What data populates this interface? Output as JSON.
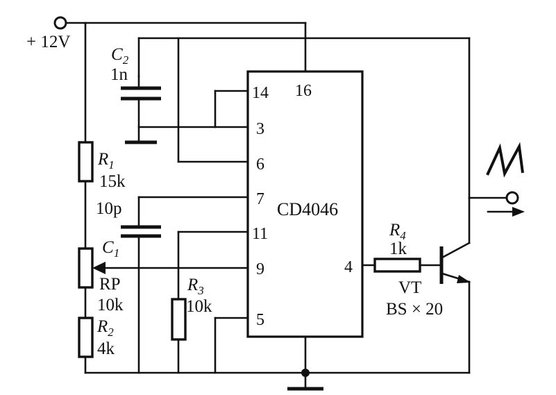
{
  "supply": {
    "label": "+ 12V"
  },
  "ic": {
    "name": "CD4046",
    "pins": {
      "p3": "3",
      "p4": "4",
      "p5": "5",
      "p6": "6",
      "p7": "7",
      "p9": "9",
      "p11": "11",
      "p14": "14",
      "p16": "16"
    }
  },
  "c2": {
    "letter": "C",
    "index": "2",
    "value": "1n"
  },
  "c1": {
    "letter": "C",
    "index": "1",
    "value": "10p"
  },
  "r1": {
    "letter": "R",
    "index": "1",
    "value": "15k"
  },
  "rp": {
    "name": "RP",
    "value": "10k"
  },
  "r2": {
    "letter": "R",
    "index": "2",
    "value": "4k"
  },
  "r3": {
    "letter": "R",
    "index": "3",
    "value": "10k"
  },
  "r4": {
    "letter": "R",
    "index": "4",
    "value": "1k"
  },
  "vt": {
    "name": "VT",
    "part": "BS × 20"
  }
}
